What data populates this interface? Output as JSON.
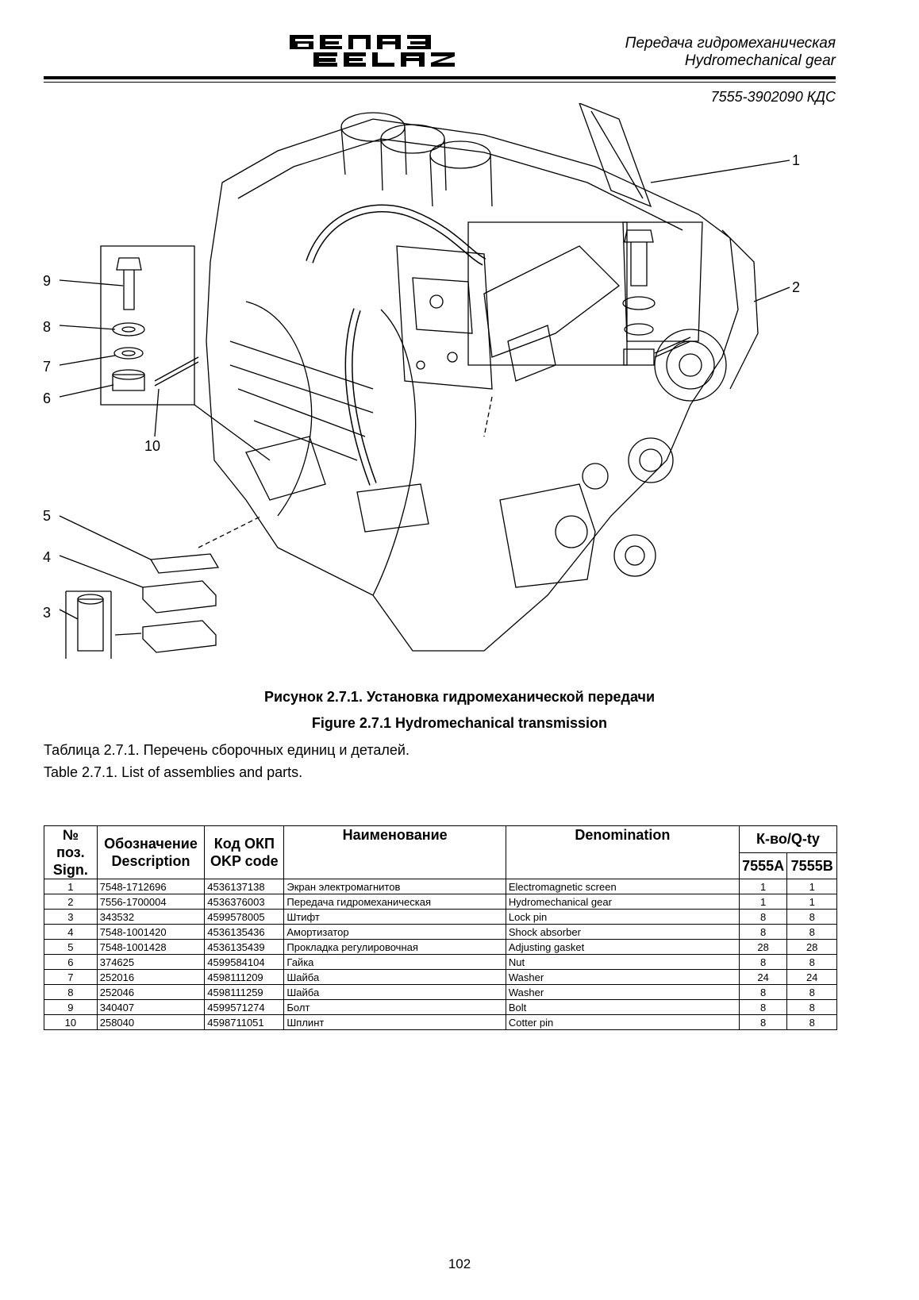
{
  "header": {
    "logo_ru": "БЕЛАЗ",
    "logo_en": "BELAZ",
    "title_ru": "Передача гидромеханическая",
    "title_en": "Hydromechanical gear",
    "doc_number": "7555-3902090 КДС"
  },
  "figure": {
    "callouts": [
      "1",
      "2",
      "3",
      "4",
      "5",
      "6",
      "7",
      "8",
      "9",
      "10"
    ],
    "caption_ru": "Рисунок 2.7.1. Установка гидромеханической передачи",
    "caption_en": "Figure 2.7.1 Hydromechanical transmission"
  },
  "table": {
    "caption_ru": "Таблица 2.7.1. Перечень сборочных единиц и деталей.",
    "caption_en": "Table 2.7.1. List of assemblies and parts.",
    "headers": {
      "pos_ru": "№ поз.",
      "pos_en": "Sign.",
      "desig_ru": "Обозначение",
      "desig_en": "Description",
      "okp_ru": "Код ОКП",
      "okp_en": "OKP code",
      "name_ru": "Наименование",
      "denom": "Denomination",
      "qty": "К-во/Q-ty",
      "qty_a": "7555A",
      "qty_b": "7555B"
    },
    "rows": [
      {
        "pos": "1",
        "desig": "7548-1712696",
        "okp": "4536137138",
        "name_ru": "Экран электромагнитов",
        "name_en": "Electromagnetic screen",
        "qa": "1",
        "qb": "1"
      },
      {
        "pos": "2",
        "desig": "7556-1700004",
        "okp": "4536376003",
        "name_ru": "Передача гидромеханическая",
        "name_en": "Hydromechanical gear",
        "qa": "1",
        "qb": "1"
      },
      {
        "pos": "3",
        "desig": "343532",
        "okp": "4599578005",
        "name_ru": "Штифт",
        "name_en": "Lock pin",
        "qa": "8",
        "qb": "8"
      },
      {
        "pos": "4",
        "desig": "7548-1001420",
        "okp": "4536135436",
        "name_ru": "Амортизатор",
        "name_en": "Shock absorber",
        "qa": "8",
        "qb": "8"
      },
      {
        "pos": "5",
        "desig": "7548-1001428",
        "okp": "4536135439",
        "name_ru": "Прокладка регулировочная",
        "name_en": "Adjusting gasket",
        "qa": "28",
        "qb": "28"
      },
      {
        "pos": "6",
        "desig": "374625",
        "okp": "4599584104",
        "name_ru": "Гайка",
        "name_en": "Nut",
        "qa": "8",
        "qb": "8"
      },
      {
        "pos": "7",
        "desig": "252016",
        "okp": "4598111209",
        "name_ru": "Шайба",
        "name_en": "Washer",
        "qa": "24",
        "qb": "24"
      },
      {
        "pos": "8",
        "desig": "252046",
        "okp": "4598111259",
        "name_ru": "Шайба",
        "name_en": "Washer",
        "qa": "8",
        "qb": "8"
      },
      {
        "pos": "9",
        "desig": "340407",
        "okp": "4599571274",
        "name_ru": "Болт",
        "name_en": "Bolt",
        "qa": "8",
        "qb": "8"
      },
      {
        "pos": "10",
        "desig": "258040",
        "okp": "4598711051",
        "name_ru": "Шплинт",
        "name_en": "Cotter pin",
        "qa": "8",
        "qb": "8"
      }
    ]
  },
  "page_number": "102"
}
